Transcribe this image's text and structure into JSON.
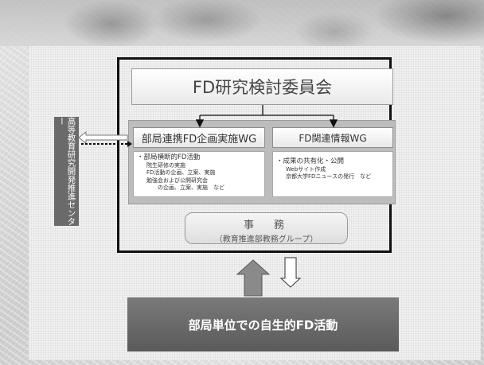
{
  "committee": {
    "title": "FD研究検討委員会"
  },
  "wg1": {
    "title": "部局連携FD企画実施WG",
    "lines": [
      {
        "text": "・部局横断的FD活動",
        "level": "main"
      },
      {
        "text": "院生研修の実施",
        "level": "sub"
      },
      {
        "text": "FD活動の企画、立案、実施",
        "level": "sub"
      },
      {
        "text": "勉強会および公開研究会",
        "level": "sub"
      },
      {
        "text": "の企画、立案、実施　など",
        "level": "sub2"
      }
    ]
  },
  "wg2": {
    "title": "FD関連情報WG",
    "lines": [
      {
        "text": "・成果の共有化・公開",
        "level": "main"
      },
      {
        "text": "Webサイト作成",
        "level": "sub"
      },
      {
        "text": "京都大学FDニュースの発行　など",
        "level": "sub"
      }
    ]
  },
  "office": {
    "title": "事　務",
    "subtitle": "（教育推進部教務グループ）"
  },
  "center": {
    "label": "高等教育研究開発推進センター"
  },
  "bottom": {
    "label": "部局単位での自生的FD活動"
  }
}
